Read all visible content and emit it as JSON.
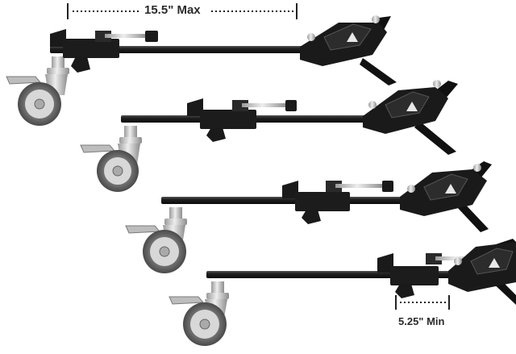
{
  "product": {
    "max_label": "15.5\" Max",
    "min_label": "5.25\" Min",
    "extension_levels": [
      1.0,
      0.8,
      0.6,
      0.4
    ]
  },
  "colors": {
    "metal": "#1a1a1a",
    "highlight": "#5a5a5a",
    "chrome": "#c6c6c6",
    "tire": "#6d6d6d",
    "hub": "#e2e2e2",
    "dim_line": "#222222"
  },
  "icons": {
    "logo": "triangle-logo-icon",
    "wheel": "caster-wheel-icon"
  }
}
